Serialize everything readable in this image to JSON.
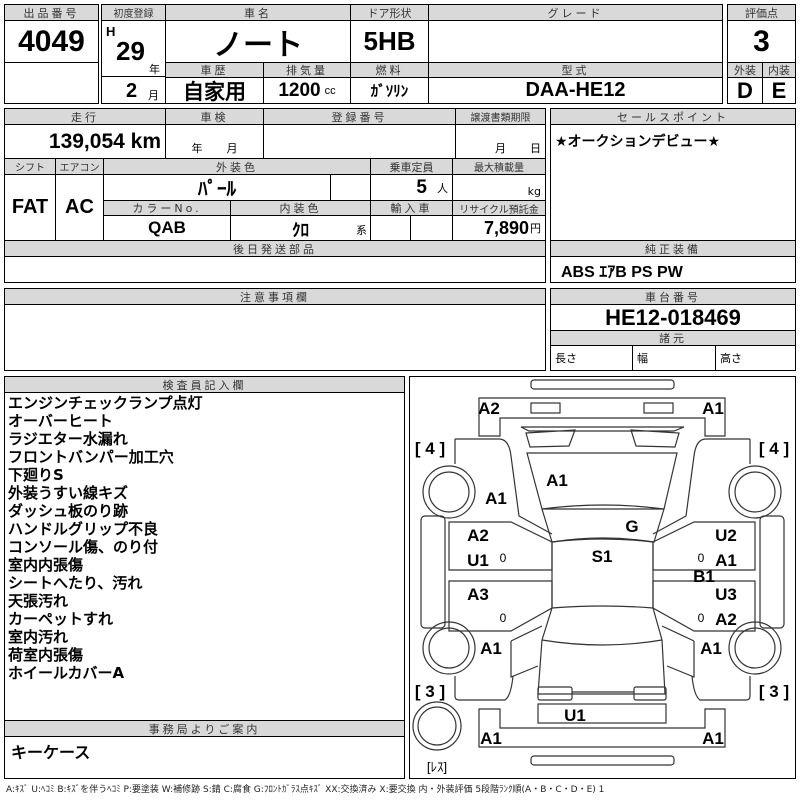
{
  "header": {
    "lot_no_label": "出品番号",
    "lot_no": "4049",
    "first_reg_label": "初度登録",
    "era": "H",
    "year": "29",
    "year_unit": "年",
    "month": "2",
    "month_unit": "月",
    "car_name_label": "車名",
    "car_name": "ノート",
    "door_label": "ドア形状",
    "door": "5HB",
    "grade_label": "グレード",
    "grade": "",
    "score_label": "評価点",
    "score": "3",
    "history_label": "車歴",
    "history": "自家用",
    "displacement_label": "排気量",
    "displacement": "1200",
    "displacement_unit": "cc",
    "fuel_label": "燃料",
    "fuel": "ｶﾞｿﾘﾝ",
    "model_label": "型式",
    "model": "DAA-HE12",
    "exterior_label": "外装",
    "exterior": "D",
    "interior_label": "内装",
    "interior": "E"
  },
  "details": {
    "mileage_label": "走行",
    "mileage": "139,054 km",
    "inspection_label": "車検",
    "inspection_year_unit": "年",
    "inspection_month_unit": "月",
    "reg_no_label": "登録番号",
    "transfer_label": "譲渡書類期限",
    "transfer_month_unit": "月",
    "transfer_day_unit": "日",
    "shift_label": "シフト",
    "shift": "FAT",
    "ac_label": "エアコン",
    "ac": "AC",
    "ext_color_label": "外装色",
    "ext_color": "ﾊﾟｰﾙ",
    "capacity_label": "乗車定員",
    "capacity": "5",
    "capacity_unit": "人",
    "max_load_label": "最大積載量",
    "max_load_unit": "kg",
    "color_no_label": "カラーNo.",
    "color_no": "QAB",
    "int_color_label": "内装色",
    "int_color": "ｸﾛ",
    "int_color_suffix": "系",
    "import_label": "輸入車",
    "recycle_label": "リサイクル預託金",
    "recycle": "7,890",
    "recycle_unit": "円",
    "later_parts_label": "後日発送部品"
  },
  "sales_point": {
    "label": "セールスポイント",
    "text": "★オークションデビュー★"
  },
  "equipment": {
    "label": "純正装備",
    "text": "ABS ｴｱB PS PW"
  },
  "notes": {
    "label": "注意事項欄"
  },
  "chassis": {
    "label": "車台番号",
    "number": "HE12-018469",
    "specs_label": "諸元",
    "length": "長さ",
    "width": "幅",
    "height": "高さ"
  },
  "inspector": {
    "label": "検査員記入欄",
    "items": [
      "エンジンチェックランプ点灯",
      "オーバーヒート",
      "ラジエター水漏れ",
      "フロントバンパー加工穴",
      "下廻りS",
      "外装うすい線キズ",
      "ダッシュ板のり跡",
      "ハンドルグリップ不良",
      "コンソール傷、のり付",
      "室内内張傷",
      "シートへたり、汚れ",
      "天張汚れ",
      "カーペットすれ",
      "室内汚れ",
      "荷室内張傷",
      "ホイールカバーA"
    ]
  },
  "office": {
    "label": "事務局よりご案内",
    "text": "キーケース"
  },
  "diagram": {
    "marks": [
      "A2",
      "A1",
      "[ 4 ]",
      "[ 4 ]",
      "A1",
      "A1",
      "G",
      "A2",
      "U1",
      "S1",
      "U2",
      "A1",
      "B1",
      "A3",
      "U3",
      "A2",
      "A1",
      "A1",
      "[ 3 ]",
      "[ 3 ]",
      "U1",
      "A1",
      "A1",
      "[ﾚｽ]",
      "0",
      "0",
      "0",
      "0"
    ]
  },
  "legend": "A:ｷｽﾞ U:ﾍｺﾐ B:ｷｽﾞを伴うﾍｺﾐ P:要塗装 W:補修跡 S:錆 C:腐食 G:ﾌﾛﾝﾄｶﾞﾗｽ点ｷｽﾞ XX:交換済み X:要交換 内・外装評価 5段階ﾗﾝｸ順(A・B・C・D・E) 1"
}
